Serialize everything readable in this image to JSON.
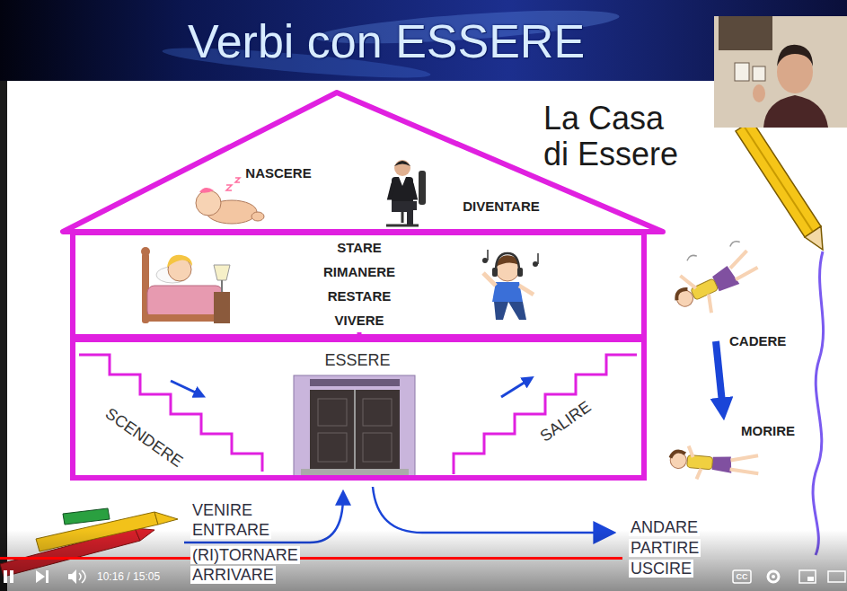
{
  "diagram": {
    "title": "Verbi con ESSERE",
    "nodes": [
      {
        "text": [
          "NASCERE",
          "DIVENTARE"
        ]
      },
      {
        "text": [
          "STARE RIMANERE RESTARE VIVERE"
        ]
      },
      {
        "text": [
          "ESSERE",
          "SCENDERE",
          "SALIRE"
        ]
      }
    ],
    "labels": [
      "La Casa di Essere",
      "CADERE",
      "MORIRE",
      "VENIRE",
      "ENTRARE",
      "(RI)TORNARE",
      "ARRIVARE",
      "ANDARE",
      "PARTIRE",
      "USCIRE",
      "10:16 / 15:05",
      "CC"
    ]
  }
}
